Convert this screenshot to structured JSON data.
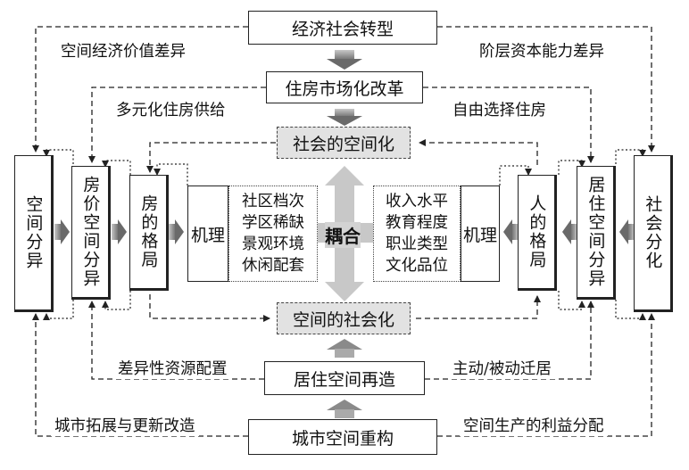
{
  "top": {
    "title": "经济社会转型",
    "left_label": "空间经济价值差异",
    "right_label": "阶层资本能力差异"
  },
  "reform": {
    "title": "住房市场化改革",
    "left_label": "多元化住房供给",
    "right_label": "自由选择住房"
  },
  "social_spatialization": "社会的空间化",
  "spatial_socialization": "空间的社会化",
  "coupling": "耦合",
  "left": {
    "spatial_differentiation": "空间分异",
    "price_differentiation": "房价空间分异",
    "housing_pattern": "房的格局",
    "mechanism": "机理",
    "factors": "社区档次\n学区稀缺\n景观环境\n休闲配套"
  },
  "right": {
    "social_differentiation": "社会分化",
    "residential_differentiation": "居住空间分异",
    "people_pattern": "人的格局",
    "mechanism": "机理",
    "factors": "收入水平\n教育程度\n职业类型\n文化品位"
  },
  "reconstruct": {
    "title": "居住空间再造",
    "left_label": "差异性资源配置",
    "right_label": "主动/被动迁居"
  },
  "bottom": {
    "title": "城市空间重构",
    "left_label": "城市拓展与更新改造",
    "right_label": "空间生产的利益分配"
  }
}
